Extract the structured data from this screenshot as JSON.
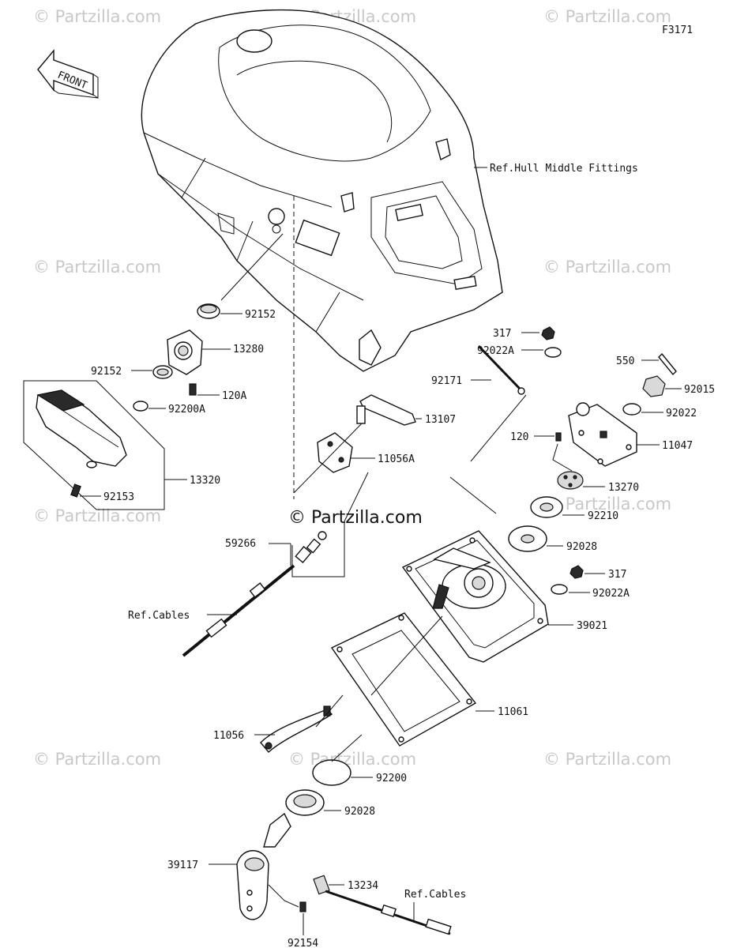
{
  "figure_code": "F3171",
  "front_label": "FRONT",
  "copyright_watermark": "© Partzilla.com",
  "watermark_text": "© Partzilla.com",
  "references": {
    "hull": "Ref.Hull Middle Fittings",
    "cables_left": "Ref.Cables",
    "cables_bottom": "Ref.Cables"
  },
  "parts": {
    "p92152_top": "92152",
    "p13280": "13280",
    "p92152_left": "92152",
    "p120A": "120A",
    "p92200A": "92200A",
    "p13320": "13320",
    "p92153": "92153",
    "p13107": "13107",
    "p11056A": "11056A",
    "p59266": "59266",
    "p317_top": "317",
    "p92022A_top": "92022A",
    "p92171": "92171",
    "p550": "550",
    "p92015": "92015",
    "p92022": "92022",
    "p120": "120",
    "p11047": "11047",
    "p13270": "13270",
    "p92210": "92210",
    "p92028_top": "92028",
    "p317_mid": "317",
    "p92022A_mid": "92022A",
    "p39021": "39021",
    "p11061": "11061",
    "p11056": "11056",
    "p92200": "92200",
    "p92028_bottom": "92028",
    "p39117": "39117",
    "p13234": "13234",
    "p92154": "92154"
  }
}
